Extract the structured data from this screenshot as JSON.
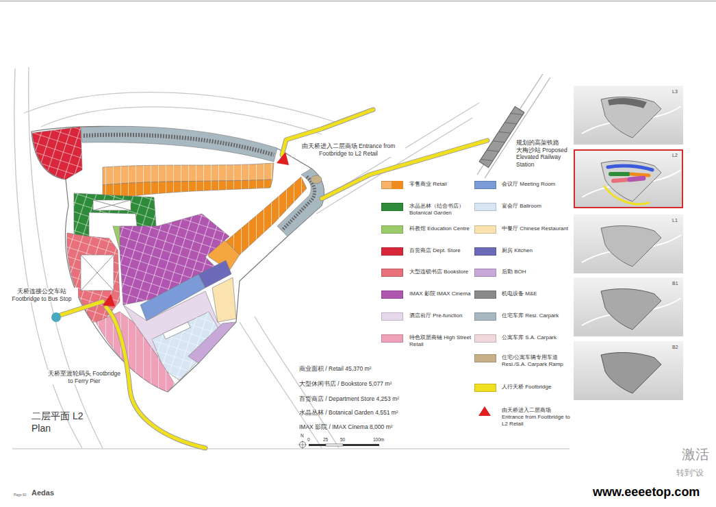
{
  "diagram": {
    "title": "二层平面 L2 Plan",
    "labels": [
      "由天桥进入二层商场 Entrance from Footbridge to L2 Retail",
      "规划的高架铁路 大梅沙站 Proposed Elevated Railway Station",
      "天桥连接公交车站 Footbridge to Bus Stop",
      "天桥至渡轮码头 Footbridge to Ferry Pier",
      "商业面积 / Retail 45,370 m²",
      "大型休闲书店 / Bookstore 5,077 m²",
      "百货商店 / Department Store 4,253 m²",
      "水晶丛林 / Botanical Garden 4,551 m²",
      "IMAX 影院 / IMAX Cinema 8,000 m²",
      "N",
      "0",
      "25",
      "50",
      "100m",
      "L3",
      "L2",
      "L1",
      "B1",
      "B2",
      "Page 60",
      "Aedas",
      "激活",
      "转到“设",
      "www.eeeetop.com"
    ],
    "legend": [
      {
        "text": "零售商业 Retail",
        "color": "#f7b267"
      },
      {
        "text": "水晶丛林（结合书店） Botanical Garden",
        "color": "#2e8b3a"
      },
      {
        "text": "科教馆 Education Centre",
        "color": "#9ccc6a"
      },
      {
        "text": "百货商店 Dept. Store",
        "color": "#d9263a"
      },
      {
        "text": "大型连锁书店 Bookstore",
        "color": "#e8707a"
      },
      {
        "text": "IMAX 影院 IMAX Cinema",
        "color": "#b055b0"
      },
      {
        "text": "酒店前厅 Pre-function",
        "color": "#e8d8ec"
      },
      {
        "text": "特色双层商铺 High Street Retail",
        "color": "#f0a0b8"
      },
      {
        "text": "会议厅 Meeting Room",
        "color": "#7a9ad8"
      },
      {
        "text": "宴会厅 Ballroom",
        "color": "#d8e6f4"
      },
      {
        "text": "中餐厅 Chinese Restaurant",
        "color": "#fbe3b0"
      },
      {
        "text": "厨房 Kitchen",
        "color": "#6a6ab8"
      },
      {
        "text": "后勤 BOH",
        "color": "#c8a8d8"
      },
      {
        "text": "机电设备 M&E",
        "color": "#8a8a8a"
      },
      {
        "text": "住宅车库 Resi. Carpark",
        "color": "#a8b8c0"
      },
      {
        "text": "公寓车库 S.A. Carpark",
        "color": "#f0d8dc"
      },
      {
        "text": "住宅/公寓车辆专用车道 Resi./S.A. Carpark Ramp",
        "color": "#c8b088"
      },
      {
        "text": "人行天桥 Footbridge",
        "color": "#f0e020"
      },
      {
        "text": "由天桥进入二层商场 Entrance from Footbridge to L2 Retail"
      }
    ]
  }
}
